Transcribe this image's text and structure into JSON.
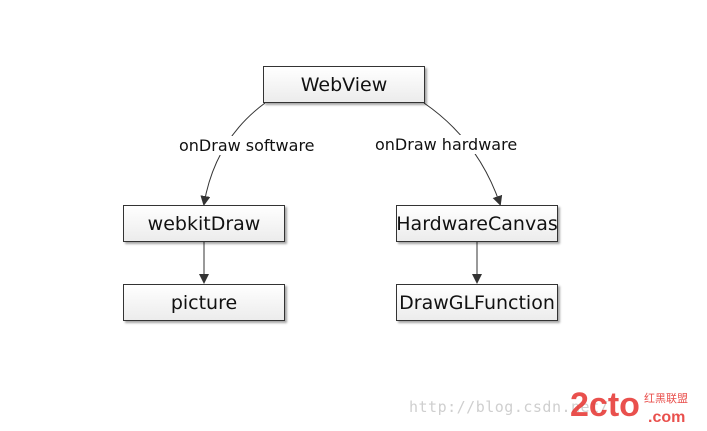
{
  "nodes": {
    "webview": "WebView",
    "webkit_draw": "webkitDraw",
    "picture": "picture",
    "hardware_canvas": "HardwareCanvas",
    "draw_gl_function": "DrawGLFunction"
  },
  "edges": {
    "software_label": "onDraw software",
    "hardware_label": "onDraw hardware"
  },
  "watermark": {
    "url": "http://blog.csdn.net/",
    "logo": "2cto.com"
  },
  "colors": {
    "stroke": "#333333",
    "logo_red": "#e6322e"
  }
}
